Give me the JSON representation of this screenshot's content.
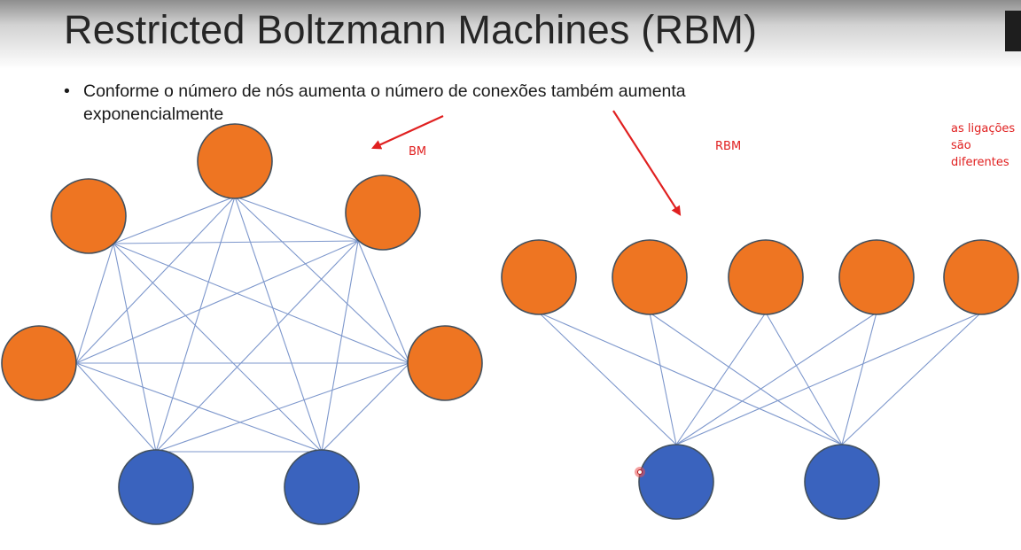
{
  "slide": {
    "title": "Restricted Boltzmann Machines (RBM)",
    "bullet_symbol": "•",
    "bullet": "Conforme o número de nós aumenta o número de conexões também aumenta exponencialmente"
  },
  "annotations": {
    "bm_label": "BM",
    "rbm_label": "RBM",
    "note_lines": [
      "as ligações",
      "são",
      "diferentes"
    ],
    "color": "#e02020"
  },
  "colors": {
    "hidden_node": "#ee7522",
    "visible_node": "#3a63be",
    "node_outline": "#42505e",
    "edge": "#7d97cc",
    "arrow": "#e02020"
  },
  "bm_graph": {
    "nodes": [
      {
        "id": "top",
        "kind": "hidden"
      },
      {
        "id": "upper-left",
        "kind": "hidden"
      },
      {
        "id": "upper-right",
        "kind": "hidden"
      },
      {
        "id": "mid-left",
        "kind": "hidden"
      },
      {
        "id": "mid-right",
        "kind": "hidden"
      },
      {
        "id": "bottom-left",
        "kind": "visible"
      },
      {
        "id": "bottom-right",
        "kind": "visible"
      }
    ],
    "edges": [
      [
        "top",
        "upper-left"
      ],
      [
        "top",
        "upper-right"
      ],
      [
        "top",
        "mid-left"
      ],
      [
        "top",
        "mid-right"
      ],
      [
        "top",
        "bottom-left"
      ],
      [
        "top",
        "bottom-right"
      ],
      [
        "upper-left",
        "upper-right"
      ],
      [
        "upper-left",
        "mid-left"
      ],
      [
        "upper-left",
        "mid-right"
      ],
      [
        "upper-left",
        "bottom-left"
      ],
      [
        "upper-left",
        "bottom-right"
      ],
      [
        "upper-right",
        "mid-left"
      ],
      [
        "upper-right",
        "mid-right"
      ],
      [
        "upper-right",
        "bottom-left"
      ],
      [
        "upper-right",
        "bottom-right"
      ],
      [
        "mid-left",
        "mid-right"
      ],
      [
        "mid-left",
        "bottom-left"
      ],
      [
        "mid-left",
        "bottom-right"
      ],
      [
        "mid-right",
        "bottom-left"
      ],
      [
        "mid-right",
        "bottom-right"
      ],
      [
        "bottom-left",
        "bottom-right"
      ]
    ]
  },
  "rbm_graph": {
    "hidden_count": 5,
    "visible_count": 2,
    "edges": [
      [
        0,
        0
      ],
      [
        0,
        1
      ],
      [
        1,
        0
      ],
      [
        1,
        1
      ],
      [
        2,
        0
      ],
      [
        2,
        1
      ],
      [
        3,
        0
      ],
      [
        3,
        1
      ],
      [
        4,
        0
      ],
      [
        4,
        1
      ]
    ]
  }
}
